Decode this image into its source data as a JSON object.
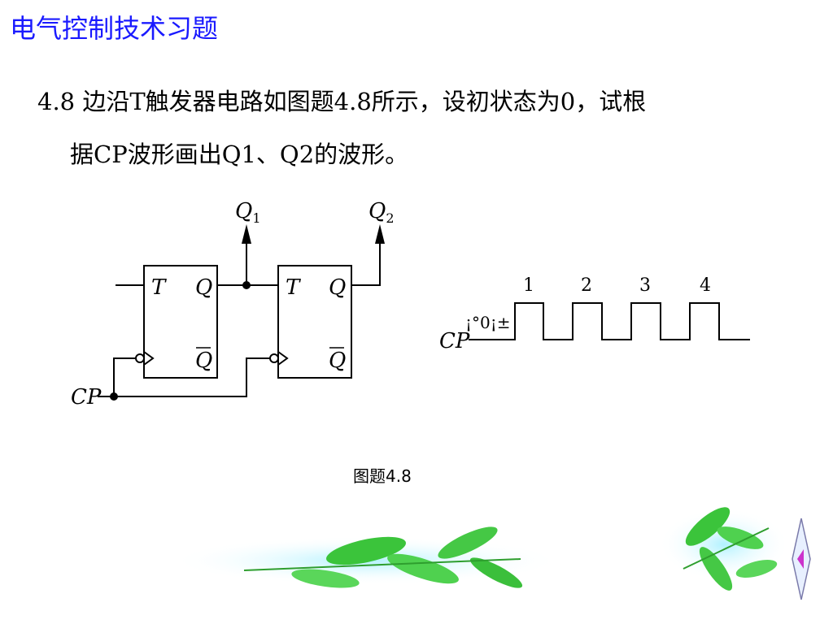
{
  "slide": {
    "title": "电气控制技术习题",
    "problem_line1": "4.8 边沿T触发器电路如图题4.8所示，设初状态为0，试根",
    "problem_line2": "据CP波形画出Q1、Q2的波形。",
    "caption": "图题4.8"
  },
  "circuit": {
    "ff1": {
      "t_label": "T",
      "q_label": "Q",
      "qbar_label": "Q"
    },
    "ff2": {
      "t_label": "T",
      "q_label": "Q",
      "qbar_label": "Q"
    },
    "out1": {
      "main": "Q",
      "sub": "1"
    },
    "out2": {
      "main": "Q",
      "sub": "2"
    },
    "cp_label": "CP"
  },
  "waveform": {
    "label": "CP",
    "garbled": "¡°0¡±",
    "pulse_numbers": [
      "1",
      "2",
      "3",
      "4"
    ]
  },
  "colors": {
    "title": "#1a1aff",
    "line": "#000000",
    "leaf": "#33cc33"
  }
}
